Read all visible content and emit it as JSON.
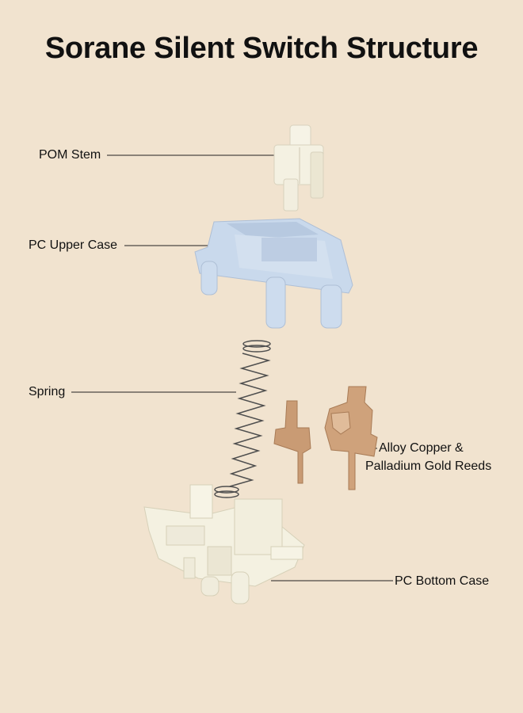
{
  "title": "Sorane Silent Switch Structure",
  "labels": {
    "stem": "POM Stem",
    "upper_case": "PC Upper Case",
    "spring": "Spring",
    "reeds_line1": "Alloy Copper &",
    "reeds_line2": "Palladium Gold Reeds",
    "bottom_case": "PC Bottom Case"
  },
  "colors": {
    "background": "#f1e3cf",
    "stem": "#f5f2e4",
    "upper_case": "#c9d9ec",
    "spring": "#555555",
    "reeds": "#c89a73",
    "bottom_case": "#f5f2e4"
  }
}
